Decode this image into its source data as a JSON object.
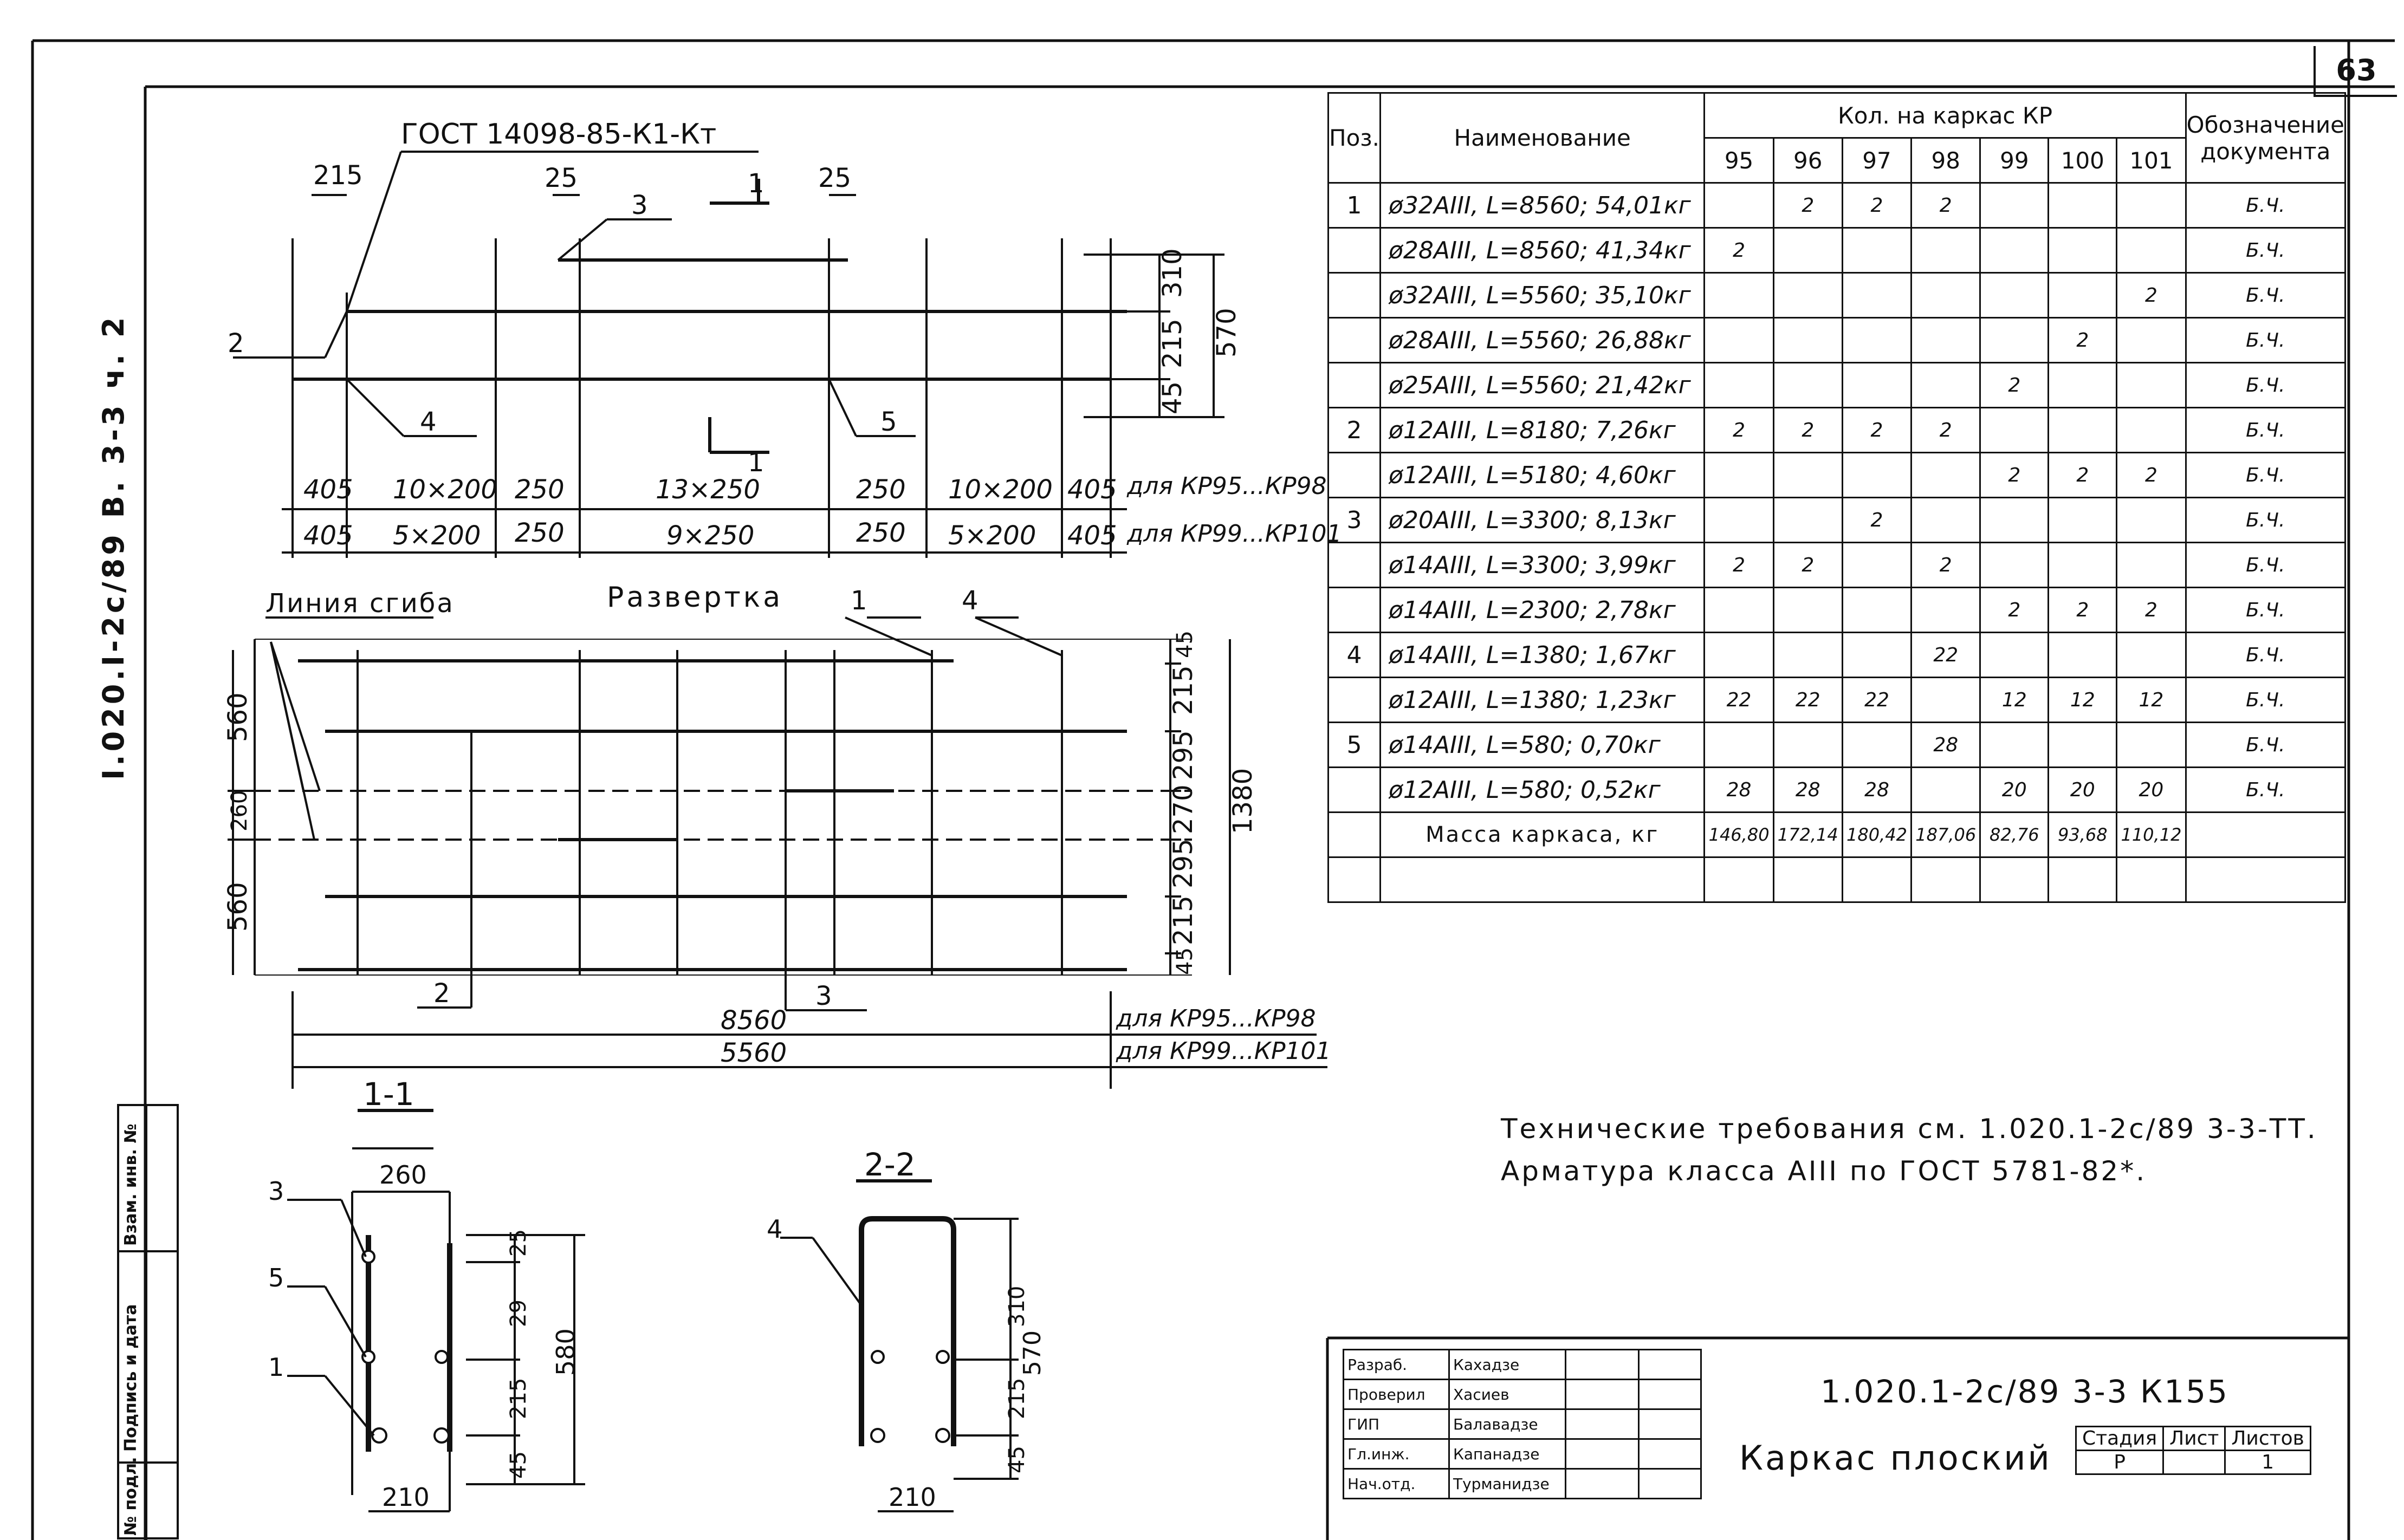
{
  "sheet_number": "63",
  "side_code": "I.020.I-2c/89 В. 3-3 ч. 2",
  "left_strip": {
    "inv_no": "Взам. инв. №",
    "sign_date": "Подпись и дата",
    "inv_orig": "№ подл."
  },
  "main_view": {
    "gost_label": "ГОСТ 14098-85-К1-Кт",
    "dims_top": [
      "215",
      "25",
      "25"
    ],
    "dims_right": [
      "310",
      "215",
      "45",
      "570"
    ],
    "callouts": [
      "1",
      "2",
      "3",
      "4",
      "5",
      "1"
    ],
    "row1_dims": [
      "405",
      "10×200",
      "250",
      "13×250",
      "250",
      "10×200",
      "405"
    ],
    "row1_note": "для КР95...КР98",
    "row2_dims": [
      "405",
      "5×200",
      "250",
      "9×250",
      "250",
      "5×200",
      "405"
    ],
    "row2_note": "для КР99...КР101"
  },
  "unfold_view": {
    "bend_line_label": "Линия сгиба",
    "title": "Развертка",
    "callouts": [
      "1",
      "4",
      "2",
      "3"
    ],
    "dims_left": [
      "560",
      "260",
      "560"
    ],
    "dims_right": [
      "45",
      "215",
      "295",
      "270",
      "295",
      "215",
      "45",
      "1380"
    ],
    "length_1": "8560",
    "length_1_note": "для КР95...КР98",
    "length_2": "5560",
    "length_2_note": "для КР99...КР101"
  },
  "section_1": {
    "title": "1-1",
    "width_top": "260",
    "width_bottom": "210",
    "dims_right": [
      "25",
      "29",
      "215",
      "45",
      "580"
    ],
    "callouts": [
      "3",
      "5",
      "1"
    ]
  },
  "section_2": {
    "title": "2-2",
    "width_bottom": "210",
    "dims_right": [
      "310",
      "215",
      "45",
      "570"
    ],
    "callouts": [
      "4"
    ]
  },
  "spec_table": {
    "headers": {
      "pos": "Поз.",
      "name": "Наименование",
      "qty": "Кол. на каркас КР",
      "doc": "Обозначение документа"
    },
    "columns": [
      "95",
      "96",
      "97",
      "98",
      "99",
      "100",
      "101"
    ],
    "rows": [
      {
        "pos": "1",
        "name": "ø32АIII, L=8560; 54,01кг",
        "q": [
          "",
          "2",
          "2",
          "2",
          "",
          "",
          ""
        ],
        "doc": "Б.Ч."
      },
      {
        "pos": "",
        "name": "ø28АIII, L=8560; 41,34кг",
        "q": [
          "2",
          "",
          "",
          "",
          "",
          "",
          ""
        ],
        "doc": "Б.Ч."
      },
      {
        "pos": "",
        "name": "ø32АIII, L=5560; 35,10кг",
        "q": [
          "",
          "",
          "",
          "",
          "",
          "",
          "2"
        ],
        "doc": "Б.Ч."
      },
      {
        "pos": "",
        "name": "ø28АIII, L=5560; 26,88кг",
        "q": [
          "",
          "",
          "",
          "",
          "",
          "2",
          ""
        ],
        "doc": "Б.Ч."
      },
      {
        "pos": "",
        "name": "ø25АIII, L=5560; 21,42кг",
        "q": [
          "",
          "",
          "",
          "",
          "2",
          "",
          ""
        ],
        "doc": "Б.Ч."
      },
      {
        "pos": "2",
        "name": "ø12АIII, L=8180; 7,26кг",
        "q": [
          "2",
          "2",
          "2",
          "2",
          "",
          "",
          ""
        ],
        "doc": "Б.Ч."
      },
      {
        "pos": "",
        "name": "ø12АIII, L=5180; 4,60кг",
        "q": [
          "",
          "",
          "",
          "",
          "2",
          "2",
          "2"
        ],
        "doc": "Б.Ч."
      },
      {
        "pos": "3",
        "name": "ø20АIII, L=3300; 8,13кг",
        "q": [
          "",
          "",
          "2",
          "",
          "",
          "",
          ""
        ],
        "doc": "Б.Ч."
      },
      {
        "pos": "",
        "name": "ø14АIII, L=3300; 3,99кг",
        "q": [
          "2",
          "2",
          "",
          "2",
          "",
          "",
          ""
        ],
        "doc": "Б.Ч."
      },
      {
        "pos": "",
        "name": "ø14АIII, L=2300; 2,78кг",
        "q": [
          "",
          "",
          "",
          "",
          "2",
          "2",
          "2"
        ],
        "doc": "Б.Ч."
      },
      {
        "pos": "4",
        "name": "ø14АIII, L=1380; 1,67кг",
        "q": [
          "",
          "",
          "",
          "22",
          "",
          "",
          ""
        ],
        "doc": "Б.Ч."
      },
      {
        "pos": "",
        "name": "ø12АIII, L=1380; 1,23кг",
        "q": [
          "22",
          "22",
          "22",
          "",
          "12",
          "12",
          "12"
        ],
        "doc": "Б.Ч."
      },
      {
        "pos": "5",
        "name": "ø14АIII, L=580; 0,70кг",
        "q": [
          "",
          "",
          "",
          "28",
          "",
          "",
          ""
        ],
        "doc": "Б.Ч."
      },
      {
        "pos": "",
        "name": "ø12АIII, L=580; 0,52кг",
        "q": [
          "28",
          "28",
          "28",
          "",
          "20",
          "20",
          "20"
        ],
        "doc": "Б.Ч."
      }
    ],
    "mass_label": "Масса каркаса, кг",
    "mass_values": [
      "146,80",
      "172,14",
      "180,42",
      "187,06",
      "82,76",
      "93,68",
      "110,12"
    ]
  },
  "tech_notes": [
    "Технические требования см. 1.020.1-2с/89 3-3-ТТ.",
    "Арматура класса АIII по ГОСТ 5781-82*."
  ],
  "title_block": {
    "roles": [
      {
        "role": "Разраб.",
        "name": "Кахадзе"
      },
      {
        "role": "Проверил",
        "name": "Хасиев"
      },
      {
        "role": "ГИП",
        "name": "Балавадзе"
      },
      {
        "role": "Гл.инж.",
        "name": "Капанадзе"
      },
      {
        "role": "Нач.отд.",
        "name": "Турманидзе"
      }
    ],
    "doc_code": "1.020.1-2с/89 3-3 К155",
    "object_name": "Каркас плоский",
    "stage_label": "Стадия",
    "sheet_label": "Лист",
    "sheets_label": "Листов",
    "stage": "Р",
    "sheets": "1"
  }
}
